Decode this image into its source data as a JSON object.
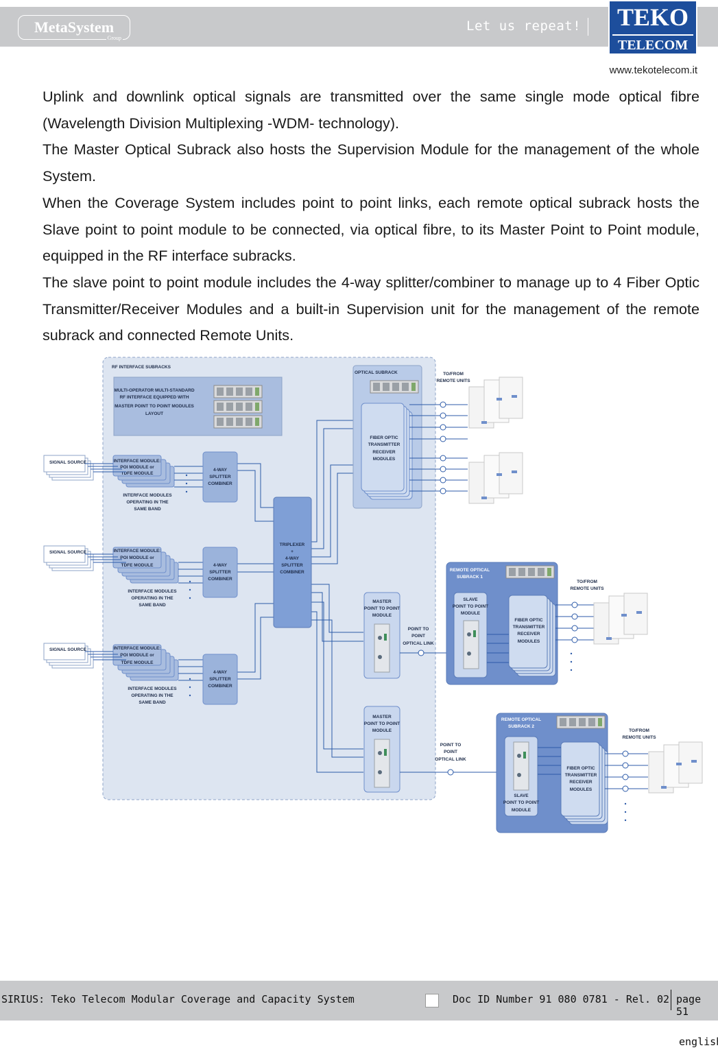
{
  "header": {
    "brand_left": "MetaSystem",
    "brand_left_sub": "Group",
    "tagline": "Let us repeat!",
    "brand_right_line1": "TEKO",
    "brand_right_line2": "TELECOM",
    "url": "www.tekotelecom.it"
  },
  "paragraphs": [
    "Uplink and downlink optical signals are transmitted over the same single mode optical fibre (Wavelength Division Multiplexing -WDM- technology).",
    "The Master Optical Subrack also hosts the Supervision Module for the management of the whole System.",
    "When the Coverage System includes point to point links, each remote optical subrack hosts the Slave point to point module to be connected, via optical fibre, to its Master Point to Point module, equipped in the RF interface subracks.",
    "The slave point to point module includes the 4-way splitter/combiner to manage up to 4 Fiber Optic Transmitter/Receiver Modules and a built-in Supervision unit for the management of the remote subrack and connected Remote Units."
  ],
  "diagram": {
    "rf_subracks": "RF INTERFACE SUBRACKS",
    "layout_l1": "MULTI-OPERATOR MULTI-STANDARD",
    "layout_l2": "RF INTERFACE EQUIPPED WITH",
    "layout_l3": "MASTER POINT TO POINT MODULES",
    "layout_l4": "LAYOUT",
    "signal_source": "SIGNAL SOURCE",
    "iface_l1": "INTERFACE MODULE:",
    "iface_l2": "POI MODULE or",
    "iface_l3": "TDFE MODULE",
    "same_l1": "INTERFACE MODULES",
    "same_l2": "OPERATING IN THE",
    "same_l3": "SAME BAND",
    "splitter_l1": "4-WAY",
    "splitter_l2": "SPLITTER",
    "splitter_l3": "COMBINER",
    "tri_l1": "TRIPLEXER",
    "tri_l2": "+",
    "tri_l3": "4-WAY",
    "tri_l4": "SPLITTER",
    "tri_l5": "COMBINER",
    "optical_subrack": "OPTICAL SUBRACK",
    "fo_l1": "FIBER OPTIC",
    "fo_l2": "TRANSMITTER",
    "fo_l3": "RECEIVER",
    "fo_l4": "MODULES",
    "to_from_l1": "TO/FROM",
    "to_from_l2": "REMOTE UNITS",
    "master_l1": "MASTER",
    "master_l2": "POINT TO POINT",
    "master_l3": "MODULE",
    "ptp_l1": "POINT TO",
    "ptp_l2": "POINT",
    "ptp_l3": "OPTICAL LINK",
    "remote1_l1": "REMOTE OPTICAL",
    "remote1_l2": "SUBRACK 1",
    "remote2_l1": "REMOTE OPTICAL",
    "remote2_l2": "SUBRACK 2",
    "slave_l1": "SLAVE",
    "slave_l2": "POINT TO POINT",
    "slave_l3": "MODULE"
  },
  "footer": {
    "title": "SIRIUS: Teko Telecom Modular Coverage and Capacity System",
    "doc_id": "Doc ID Number 91 080 0781 - Rel. 02",
    "page": "page 51",
    "language": "english"
  },
  "colors": {
    "header_bar": "#c8c9cb",
    "brand_blue": "#1d4e9c",
    "panel_bg": "#dde5f1",
    "module_blue": "#9bb3db",
    "remote_subrack": "#6f8fcb",
    "line_blue": "#2c5aa8"
  }
}
